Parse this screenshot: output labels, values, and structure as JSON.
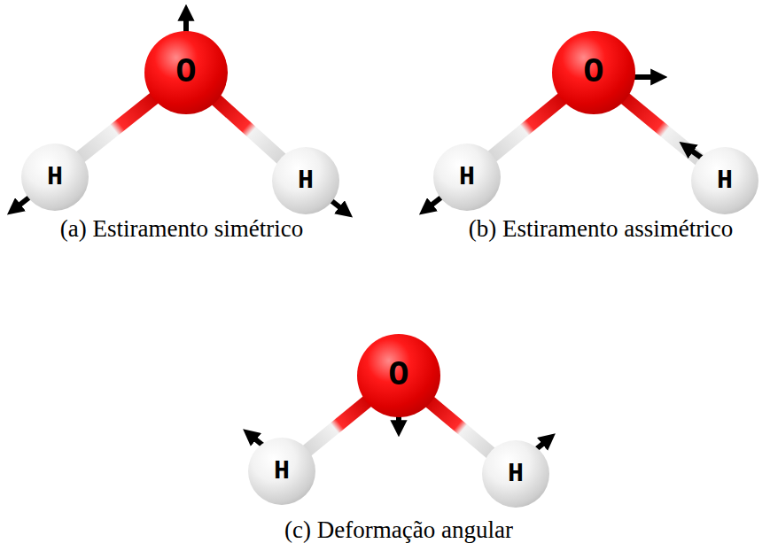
{
  "diagram": {
    "nodes": [
      {
        "text": [
          "O"
        ]
      },
      {
        "text": [
          "H"
        ]
      },
      {
        "text": [
          "H"
        ]
      },
      {
        "text": [
          "O"
        ]
      },
      {
        "text": [
          "H"
        ]
      },
      {
        "text": [
          "H"
        ]
      },
      {
        "text": [
          "O"
        ]
      },
      {
        "text": [
          "H"
        ]
      },
      {
        "text": [
          "H"
        ]
      }
    ],
    "edges": [
      {
        "from": 0,
        "to": 1,
        "arrow": "none"
      },
      {
        "from": 0,
        "to": 2,
        "arrow": "none"
      },
      {
        "from": 3,
        "to": 4,
        "arrow": "none"
      },
      {
        "from": 3,
        "to": 5,
        "arrow": "none"
      },
      {
        "from": 6,
        "to": 7,
        "arrow": "none"
      },
      {
        "from": 6,
        "to": 8,
        "arrow": "none"
      }
    ],
    "labels": [
      "(a) Estiramento simétrico",
      "(b) Estiramento assimétrico",
      "(c) Deformação angular"
    ]
  }
}
